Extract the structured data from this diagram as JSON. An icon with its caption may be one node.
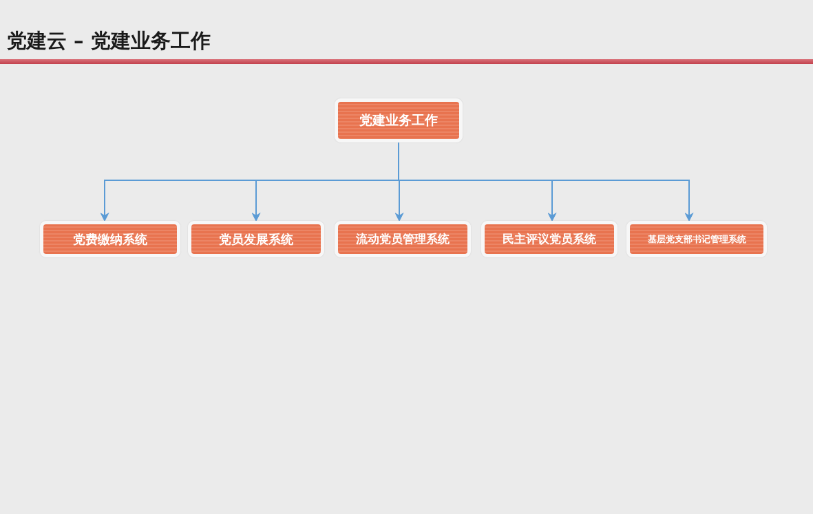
{
  "diagram": {
    "title": "党建云 – 党建业务工作",
    "nodes": [
      {
        "text": [
          "党建业务工作"
        ]
      },
      {
        "text": [
          "党费缴纳系统"
        ]
      },
      {
        "text": [
          "党员发展系统"
        ]
      },
      {
        "text": [
          "流动党员管理系统"
        ]
      },
      {
        "text": [
          "民主评议党员系统"
        ]
      },
      {
        "text": [
          "基层党支部书记管理系统"
        ]
      }
    ],
    "edges": [
      {
        "from": 0,
        "to": 1,
        "arrow": "to"
      },
      {
        "from": 0,
        "to": 2,
        "arrow": "to"
      },
      {
        "from": 0,
        "to": 3,
        "arrow": "to"
      },
      {
        "from": 0,
        "to": 4,
        "arrow": "to"
      },
      {
        "from": 0,
        "to": 5,
        "arrow": "to"
      }
    ]
  }
}
